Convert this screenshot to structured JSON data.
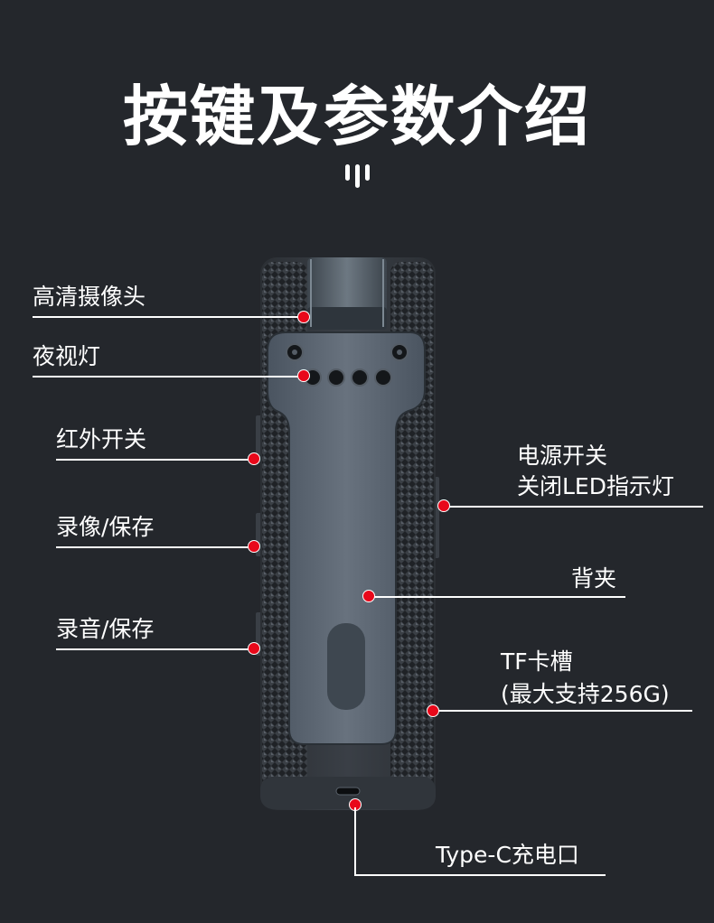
{
  "title": "按键及参数介绍",
  "labels": {
    "hd_camera": "高清摄像头",
    "night_vision": "夜视灯",
    "ir_switch": "红外开关",
    "video_save": "录像/保存",
    "audio_save": "录音/保存",
    "power_line1": "电源开关",
    "power_line2": "关闭LED指示灯",
    "back_clip": "背夹",
    "tf_line1": "TF卡槽",
    "tf_line2": "(最大支持256G)",
    "type_c": "Type-C充电口"
  },
  "colors": {
    "background": "#24272c",
    "marker": "#e8081a",
    "line": "#ffffff"
  }
}
